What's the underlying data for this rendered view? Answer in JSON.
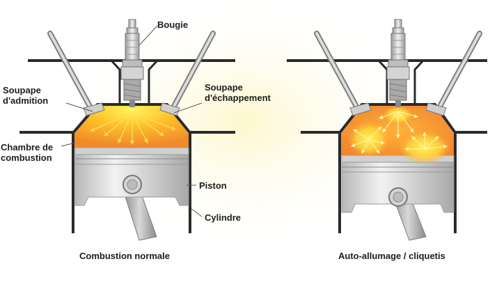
{
  "labels": {
    "spark_plug": "Bougie",
    "intake_valve": "Soupape\nd'admition",
    "exhaust_valve": "Soupape\nd'échappement",
    "combustion_chamber": "Chambre de\ncombustion",
    "piston": "Piston",
    "cylinder": "Cylindre"
  },
  "captions": {
    "left": "Combustion normale",
    "right": "Auto-allumage / cliquetis"
  },
  "colors": {
    "metal_dark": "#7d7d7d",
    "metal_light": "#d9d9d9",
    "flame_core": "#fff45a",
    "flame_mid": "#ffb21e",
    "flame_outer": "#f07a2a",
    "wall": "#2a2a2a",
    "background_glow": "#fdf8d2"
  }
}
